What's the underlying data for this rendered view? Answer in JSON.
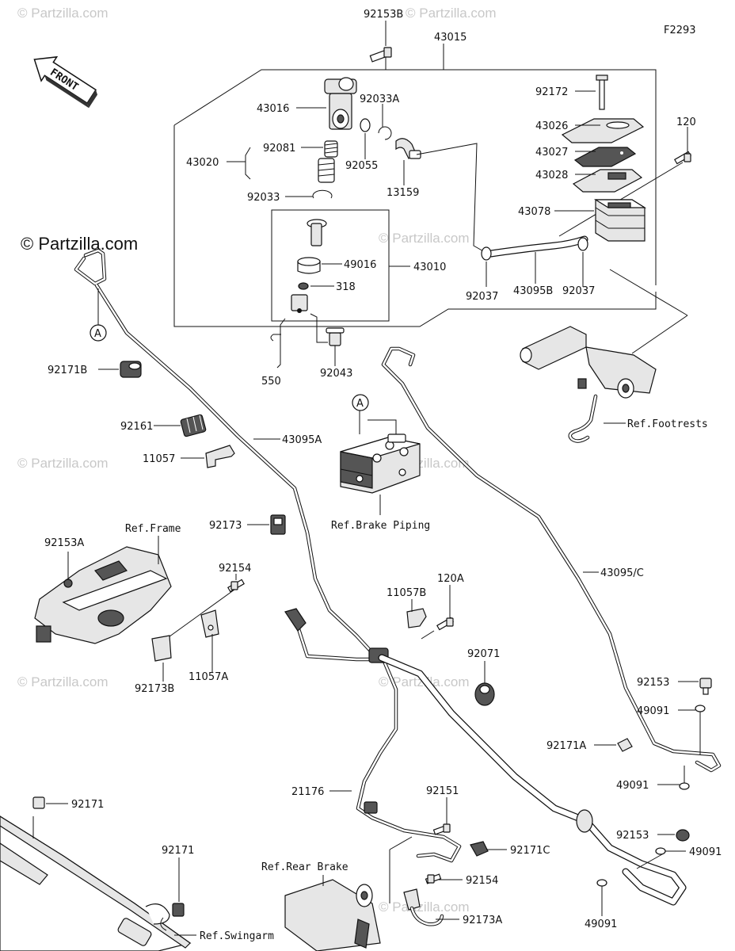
{
  "diagram_code": "F2293",
  "front_label": "FRONT",
  "watermark_main": "© Partzilla.com",
  "watermark_faint": "© Partzilla.com",
  "callout_a": "A",
  "parts": {
    "p92153B": "92153B",
    "p43015": "43015",
    "p43016": "43016",
    "p92033A": "92033A",
    "p92172": "92172",
    "p120": "120",
    "p43026": "43026",
    "p43027": "43027",
    "p43028": "43028",
    "p43020": "43020",
    "p92081": "92081",
    "p92055": "92055",
    "p13159": "13159",
    "p92033": "92033",
    "p43078": "43078",
    "p49016": "49016",
    "p43010": "43010",
    "p318": "318",
    "p92037a": "92037",
    "p43095B": "43095B",
    "p92037b": "92037",
    "p550": "550",
    "p92043": "92043",
    "p92171B": "92171B",
    "p92161": "92161",
    "p43095A": "43095A",
    "p11057": "11057",
    "p92173": "92173",
    "p92153A": "92153A",
    "p92154a": "92154",
    "p92173B": "92173B",
    "p11057A": "11057A",
    "p11057B": "11057B",
    "p120A": "120A",
    "p43095C": "43095/C",
    "p92071": "92071",
    "p92153a": "92153",
    "p49091a": "49091",
    "p92171A": "92171A",
    "p49091b": "49091",
    "p21176": "21176",
    "p92151": "92151",
    "p92171a": "92171",
    "p92171b": "92171",
    "p92171C": "92171C",
    "p92153b": "92153",
    "p49091c": "49091",
    "p92154b": "92154",
    "p92173A": "92173A",
    "p49091d": "49091"
  },
  "refs": {
    "footrests": "Ref.Footrests",
    "brake_piping": "Ref.Brake Piping",
    "frame": "Ref.Frame",
    "rear_brake": "Ref.Rear Brake",
    "swingarm": "Ref.Swingarm"
  }
}
